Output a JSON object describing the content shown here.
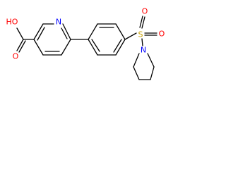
{
  "colors": {
    "bond": "#000000",
    "carbon": "#000000",
    "oxygen": "#ff0000",
    "nitrogen": "#0000ff",
    "sulfur": "#c8a000",
    "background": "#ffffff"
  },
  "atoms": {
    "acid_oh": "HO",
    "acid_o": "O",
    "pyridine_n": "N",
    "sulfur": "S",
    "sulfonyl_o_top": "O",
    "sulfonyl_o_bottom": "O",
    "pyrrolidine_n": "N"
  }
}
